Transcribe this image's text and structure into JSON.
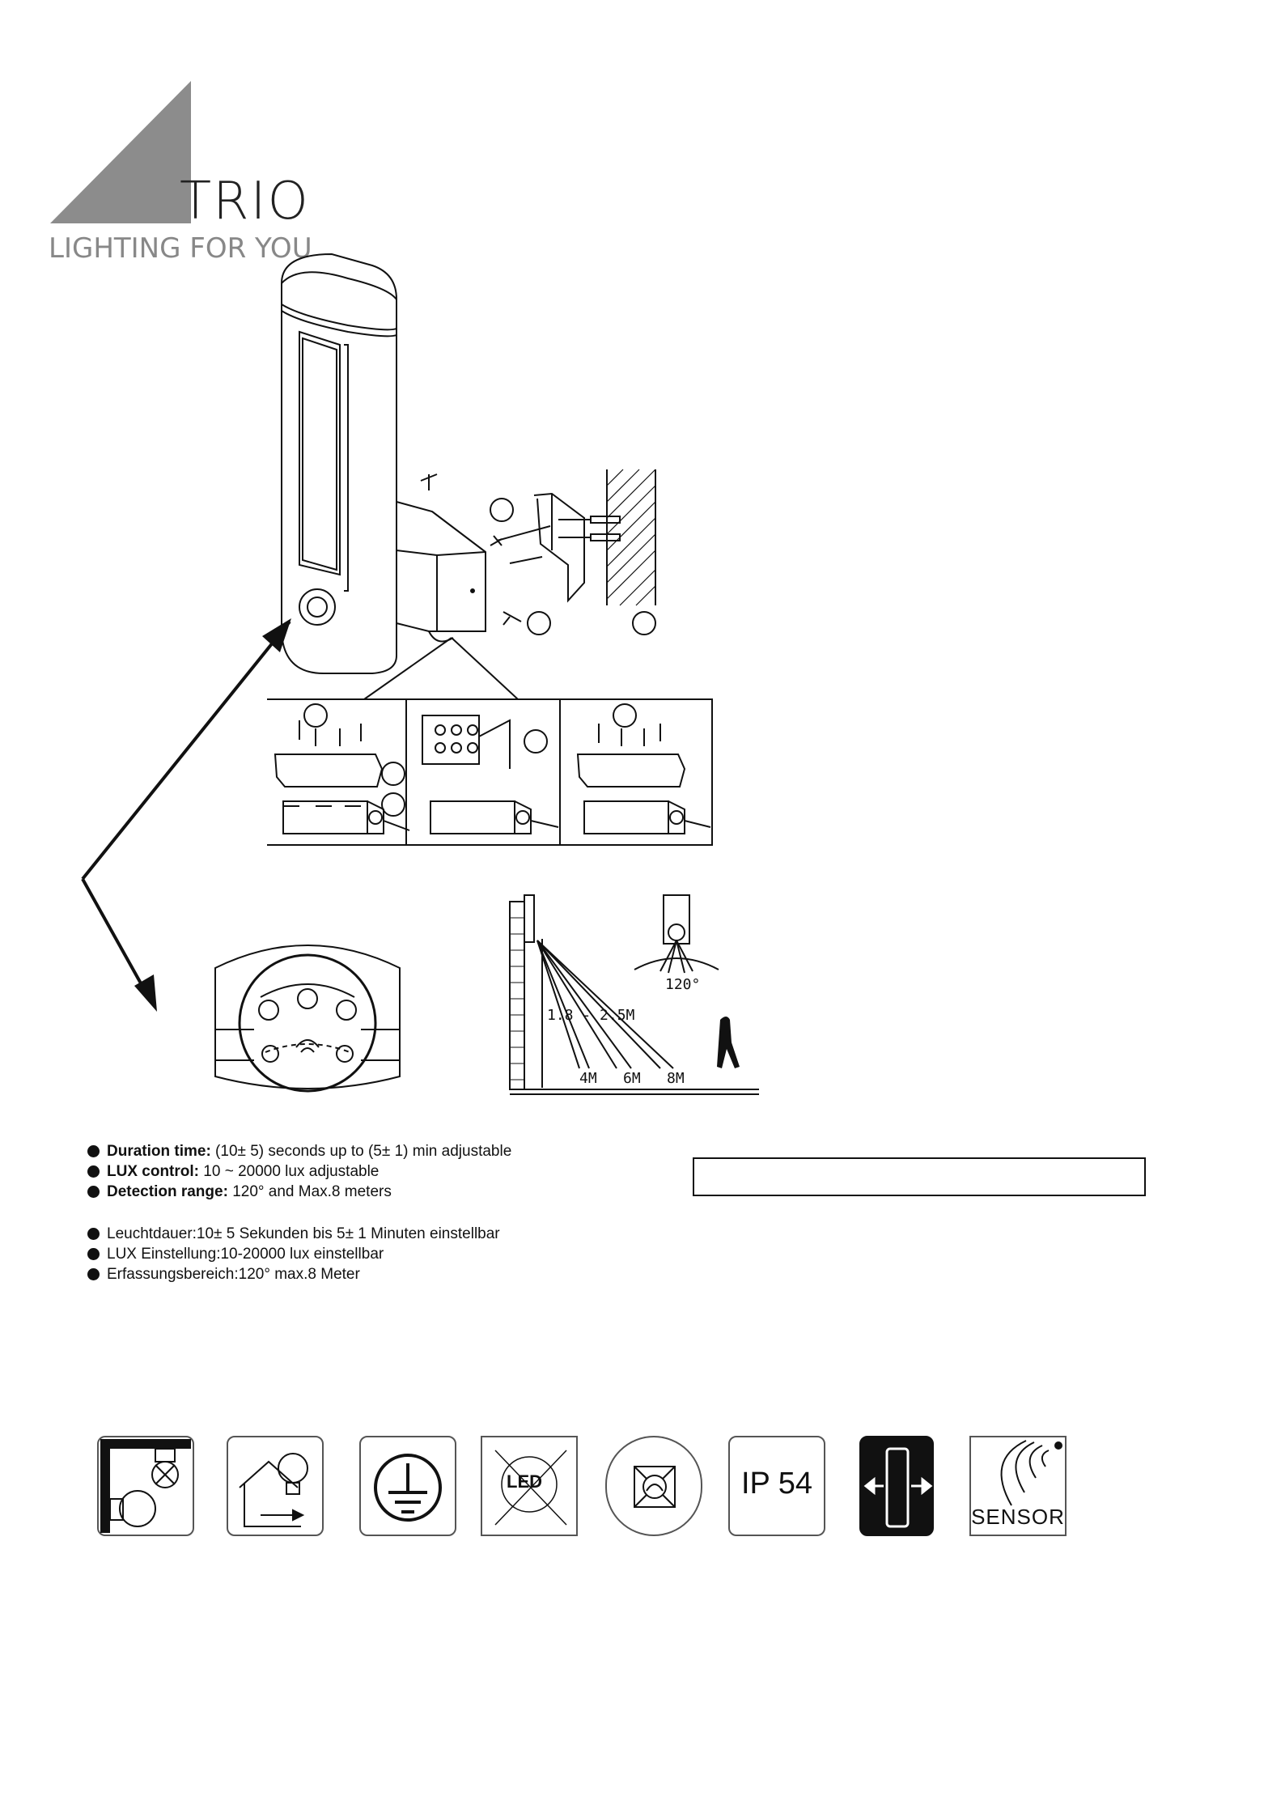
{
  "brand": {
    "name": "TRIO",
    "tagline": "LIGHTING FOR YOU"
  },
  "sensor_diagram": {
    "height_label": "1.8 - 2.5M",
    "range_labels": [
      "4M",
      "6M",
      "8M"
    ],
    "angle_label": "120°"
  },
  "specs_en": [
    {
      "label": "Duration time:",
      "text": " (10± 5) seconds up to (5± 1) min adjustable"
    },
    {
      "label": "LUX control:",
      "text": " 10 ~ 20000 lux adjustable"
    },
    {
      "label": "Detection range:",
      "text": " 120°  and Max.8 meters"
    }
  ],
  "specs_de": [
    "Leuchtdauer:10± 5 Sekunden bis 5± 1 Minuten einstellbar",
    "LUX Einstellung:10-20000 lux einstellbar",
    "Erfassungsbereich:120°  max.8 Meter"
  ],
  "icons": [
    {
      "name": "ceiling-wall-mount-icon"
    },
    {
      "name": "outdoor-bulb-icon"
    },
    {
      "name": "protective-earth-icon"
    },
    {
      "name": "led-not-replaceable-icon",
      "text": "LED"
    },
    {
      "name": "no-dimmer-icon"
    },
    {
      "name": "ip-rating-icon",
      "text": "IP 54"
    },
    {
      "name": "adjustable-direction-icon"
    },
    {
      "name": "motion-sensor-icon",
      "text": "SENSOR"
    }
  ]
}
